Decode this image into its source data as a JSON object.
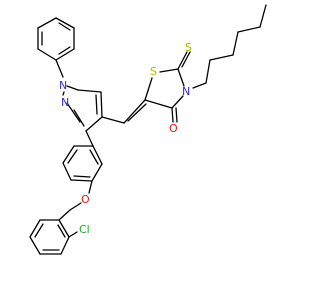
{
  "atoms": {
    "n1": "N",
    "n2": "N",
    "o_ether": "O",
    "cl": "Cl",
    "s_ring": "S",
    "s_thione": "S",
    "n_ring": "N",
    "o_carbonyl": "O"
  },
  "colors": {
    "bond": "#000000",
    "N": "#2f2fd2",
    "O": "#d42020",
    "S": "#b8b800",
    "Cl": "#22aa22"
  }
}
